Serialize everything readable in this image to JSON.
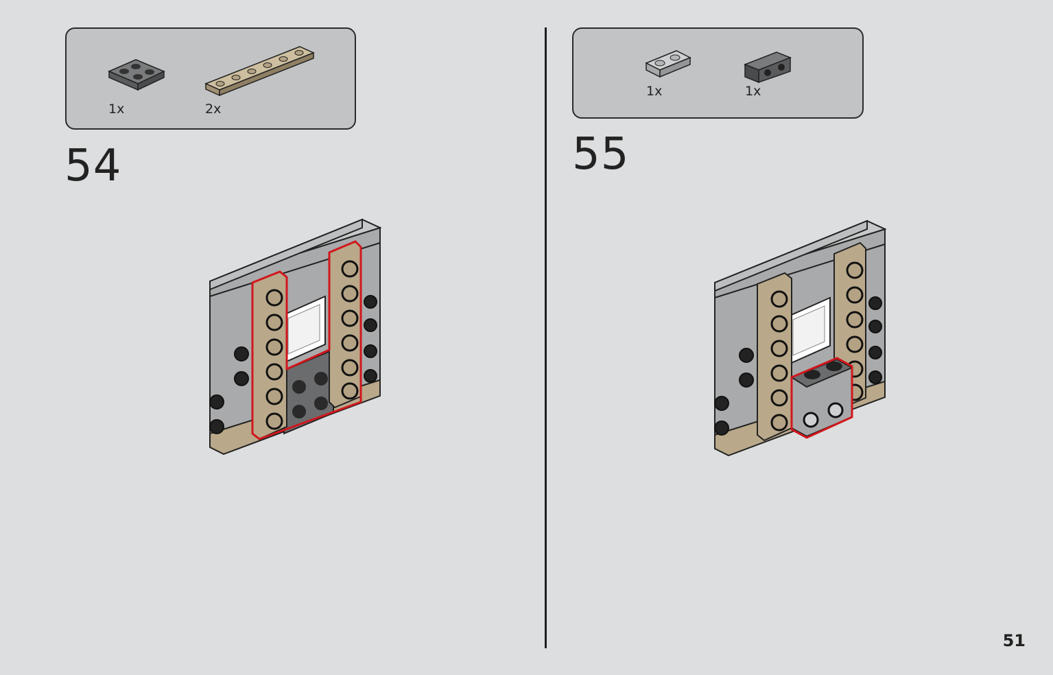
{
  "page_number": "51",
  "steps": [
    {
      "number": "54",
      "parts": [
        {
          "icon": "dark-gray-plate-2x2-icon",
          "quantity": "1x",
          "color": "#6b6c6d"
        },
        {
          "icon": "tan-plate-1x6-icon",
          "quantity": "2x",
          "color": "#b9a88a"
        }
      ]
    },
    {
      "number": "55",
      "parts": [
        {
          "icon": "light-gray-plate-1x2-icon",
          "quantity": "1x",
          "color": "#a7a8a9"
        },
        {
          "icon": "dark-gray-bracket-icon",
          "quantity": "1x",
          "color": "#6b6c6d"
        }
      ]
    }
  ],
  "colors": {
    "background": "#dddedf",
    "parts_box": "#c2c3c4",
    "highlight": "#d0171d",
    "tan": "#b9a88a",
    "light_gray": "#a7a8a9",
    "dark_gray": "#6b6c6d"
  }
}
